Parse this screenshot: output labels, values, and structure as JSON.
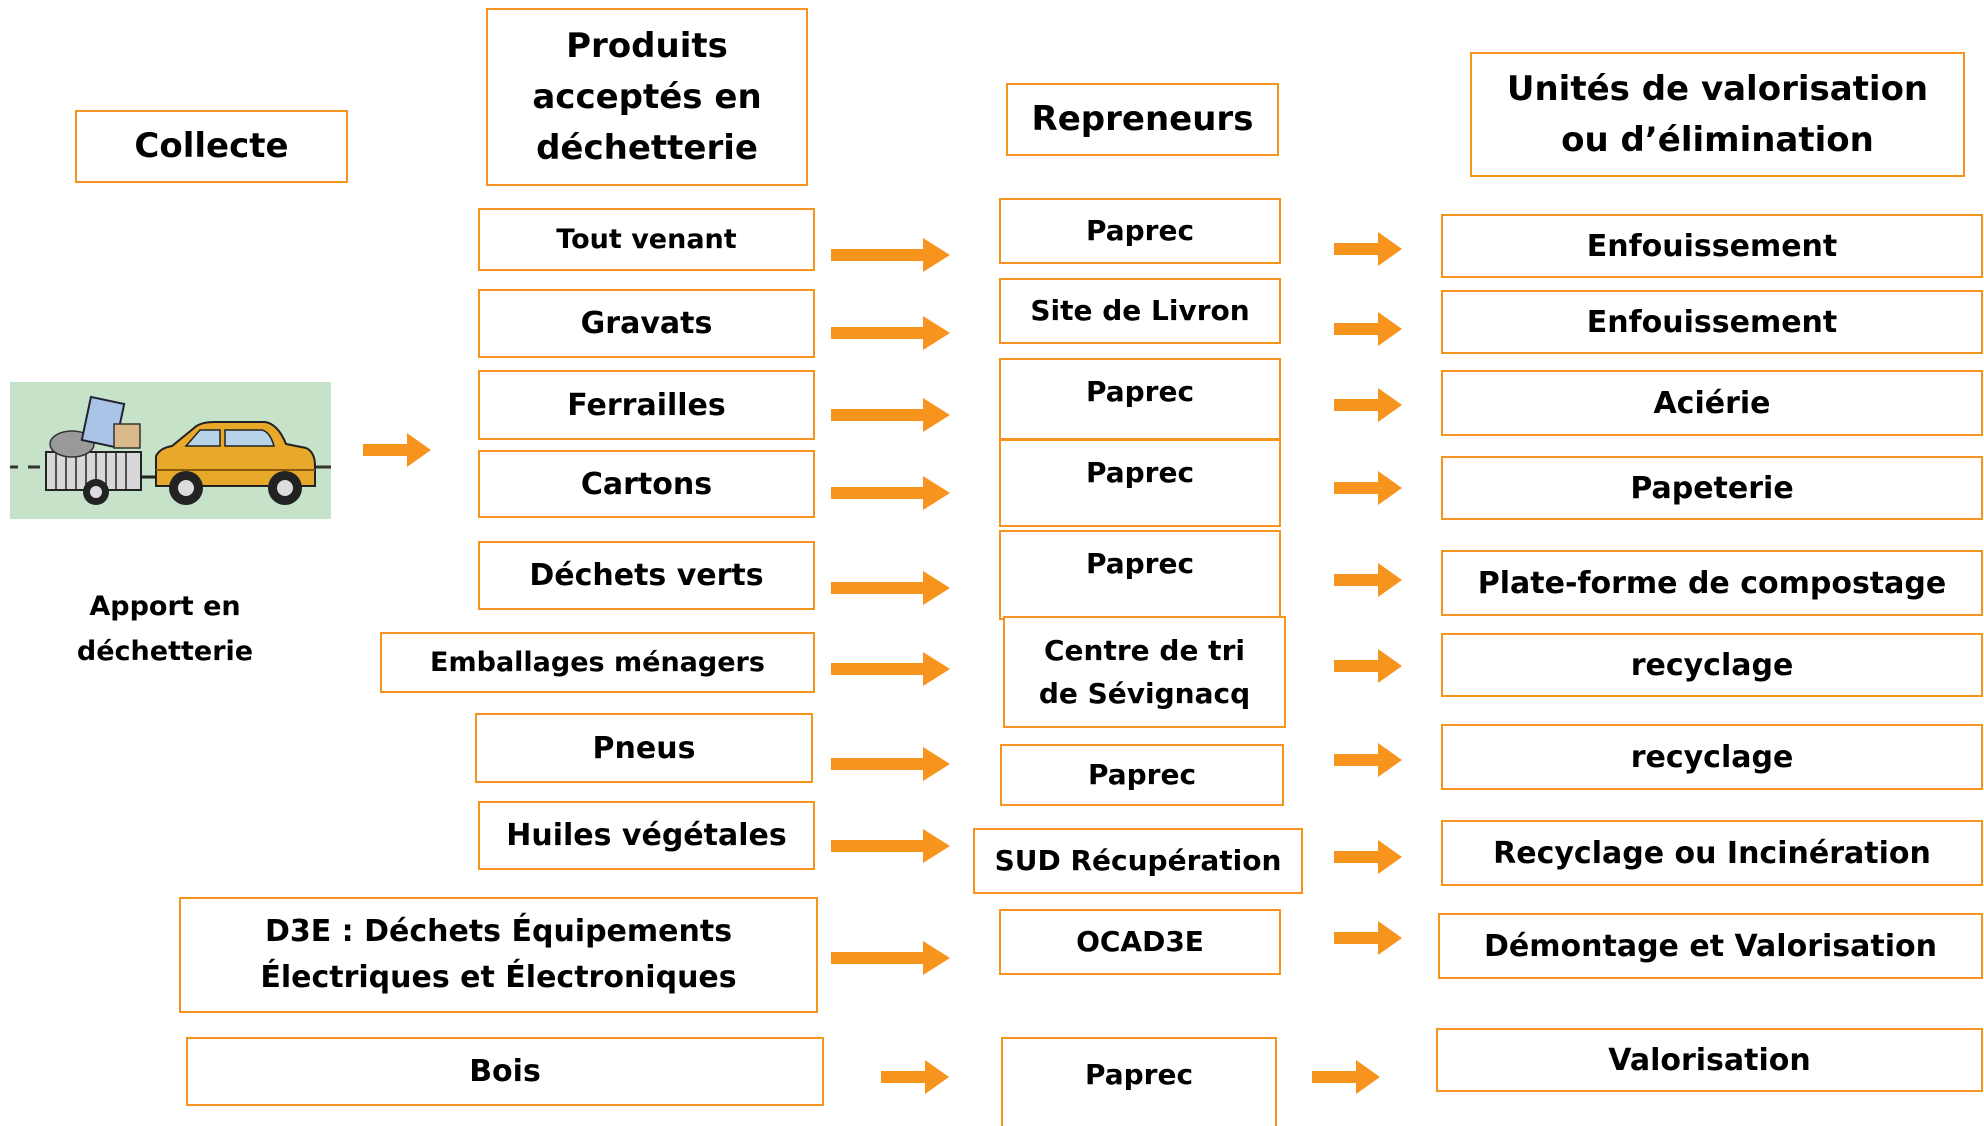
{
  "headers": {
    "collecte": "Collecte",
    "produits": "Produits acceptés en déchetterie",
    "repreneurs": "Repreneurs",
    "unites": "Unités de valorisation ou d’élimination"
  },
  "apport_label": "Apport en déchetterie",
  "illustration_icon": "car-with-trailer-icon",
  "colors": {
    "accent": "#f7941d",
    "illustration_bg": "#c6e2c8",
    "car": "#e8a82a"
  },
  "rows": [
    {
      "produit": "Tout venant",
      "repreneur": "Paprec",
      "unite": "Enfouissement"
    },
    {
      "produit": "Gravats",
      "repreneur": "Site de Livron",
      "unite": "Enfouissement"
    },
    {
      "produit": "Ferrailles",
      "repreneur": "Paprec",
      "unite": "Aciérie"
    },
    {
      "produit": "Cartons",
      "repreneur": "Paprec",
      "unite": "Papeterie"
    },
    {
      "produit": "Déchets verts",
      "repreneur": "Paprec",
      "unite": "Plate-forme de compostage"
    },
    {
      "produit": "Emballages ménagers",
      "repreneur": "Centre de tri de Sévignacq",
      "unite": "recyclage"
    },
    {
      "produit": "Pneus",
      "repreneur": "Paprec",
      "unite": "recyclage"
    },
    {
      "produit": "Huiles végétales",
      "repreneur": "SUD Récupération",
      "unite": "Recyclage ou Incinération"
    },
    {
      "produit": "D3E : Déchets Équipements Électriques et Électroniques",
      "repreneur": "OCAD3E",
      "unite": "Démontage et Valorisation"
    },
    {
      "produit": "Bois",
      "repreneur": "Paprec",
      "unite": "Valorisation"
    }
  ]
}
